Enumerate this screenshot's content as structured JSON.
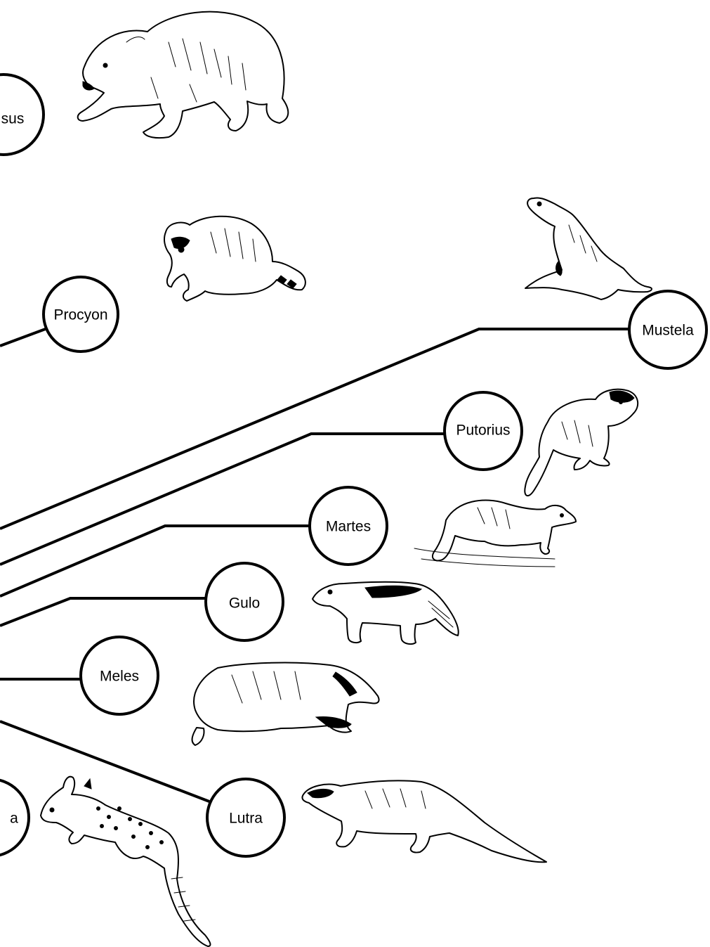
{
  "taxa": [
    {
      "id": "ursus",
      "label": "sus",
      "animal": "bear-illustration"
    },
    {
      "id": "procyon",
      "label": "Procyon",
      "animal": "raccoon-illustration"
    },
    {
      "id": "mustela",
      "label": "Mustela",
      "animal": "weasel-illustration"
    },
    {
      "id": "putorius",
      "label": "Putorius",
      "animal": "polecat-illustration"
    },
    {
      "id": "martes",
      "label": "Martes",
      "animal": "marten-illustration"
    },
    {
      "id": "gulo",
      "label": "Gulo",
      "animal": "wolverine-illustration"
    },
    {
      "id": "meles",
      "label": "Meles",
      "animal": "badger-illustration"
    },
    {
      "id": "lutra",
      "label": "Lutra",
      "animal": "otter-illustration"
    },
    {
      "id": "genetta",
      "label": "a",
      "animal": "genet-illustration"
    }
  ]
}
